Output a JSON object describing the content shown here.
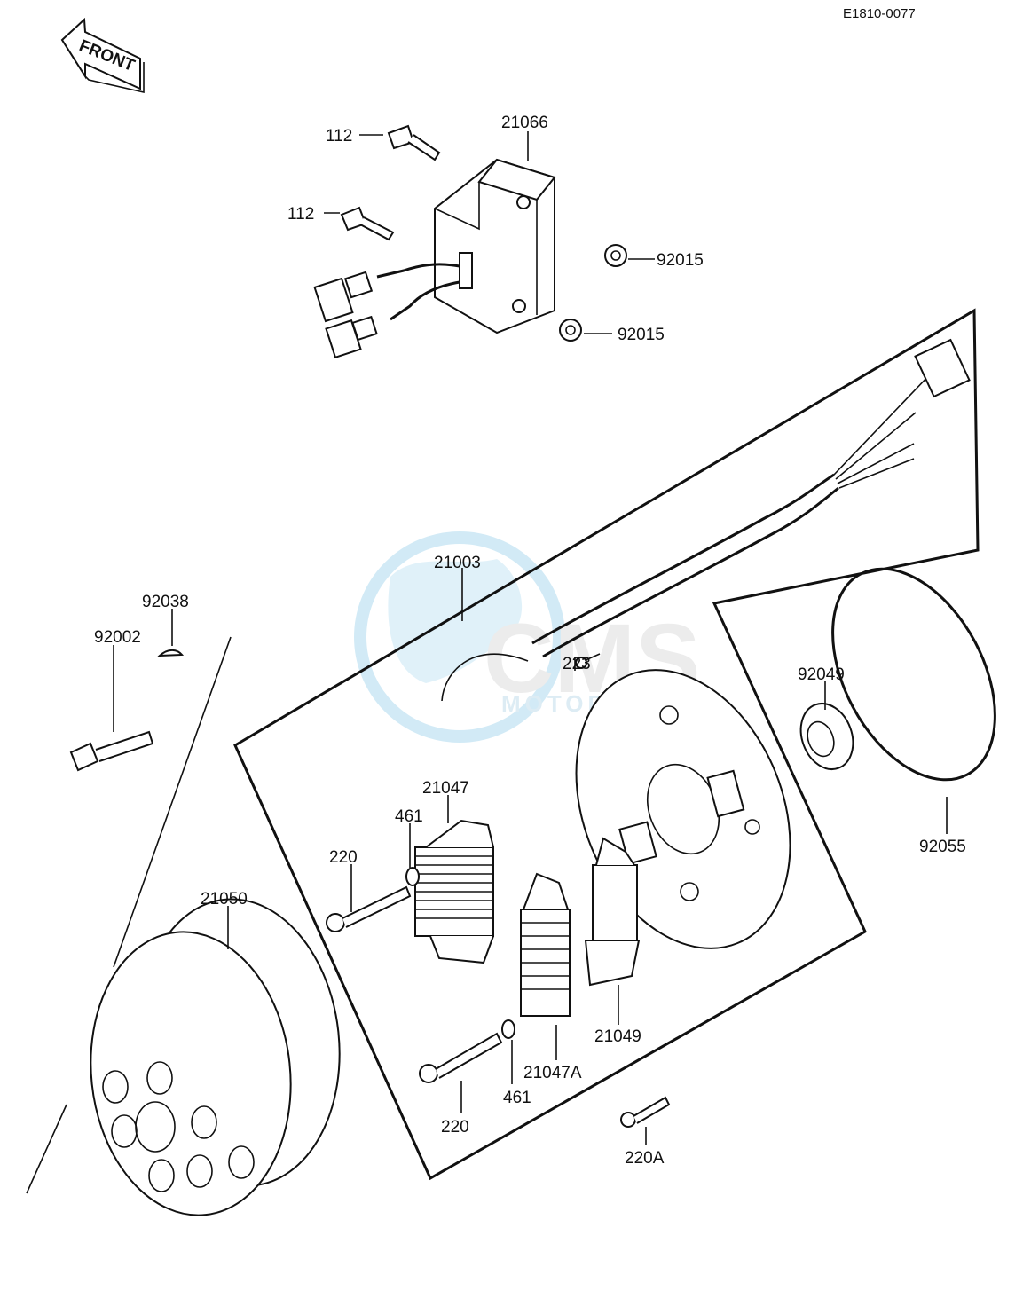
{
  "diagram": {
    "code": "E1810-0077",
    "front_label": "FRONT",
    "watermark": {
      "brand": "CMS",
      "subtitle": "MOTORPARTS"
    },
    "callouts": {
      "c112a": "112",
      "c112b": "112",
      "c21066": "21066",
      "c92015a": "92015",
      "c92015b": "92015",
      "c21003": "21003",
      "c92038": "92038",
      "c92002": "92002",
      "c223": "223",
      "c92049": "92049",
      "c21047": "21047",
      "c461a": "461",
      "c220a": "220",
      "c21050": "21050",
      "c92055": "92055",
      "c21049": "21049",
      "c21047A": "21047A",
      "c220b": "220",
      "c461b": "461",
      "c220A": "220A"
    }
  }
}
